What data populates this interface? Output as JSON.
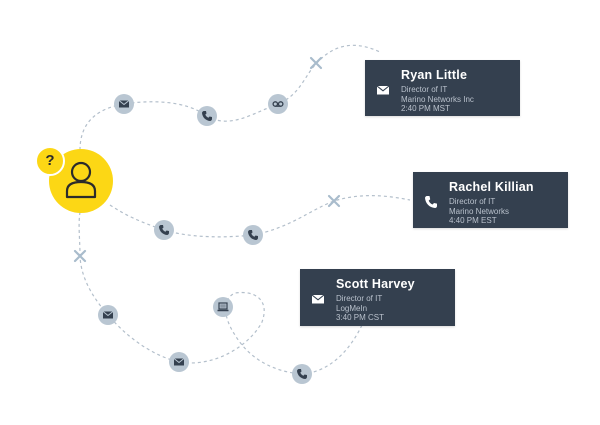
{
  "contact_cards": [
    {
      "name": "Ryan Little",
      "title": "Director of IT",
      "company": "Marino Networks Inc",
      "time": "2:40 PM MST",
      "channel_icon": "envelope-icon"
    },
    {
      "name": "Rachel Killian",
      "title": "Director of IT",
      "company": "Marino Networks",
      "time": "4:40 PM EST",
      "channel_icon": "phone-icon"
    },
    {
      "name": "Scott Harvey",
      "title": "Director of IT",
      "company": "LogMeIn",
      "time": "3:40 PM CST",
      "channel_icon": "envelope-icon"
    }
  ],
  "unknown_caller": {
    "badge": "?",
    "icon": "person-icon"
  },
  "touchpoints": [
    {
      "icon": "envelope-icon"
    },
    {
      "icon": "phone-icon"
    },
    {
      "icon": "voicemail-icon"
    },
    {
      "icon": "phone-icon"
    },
    {
      "icon": "phone-icon"
    },
    {
      "icon": "envelope-icon"
    },
    {
      "icon": "envelope-icon"
    },
    {
      "icon": "laptop-icon"
    },
    {
      "icon": "phone-icon"
    }
  ],
  "failed_attempts": [
    {
      "icon": "x-icon"
    },
    {
      "icon": "x-icon"
    },
    {
      "icon": "x-icon"
    }
  ],
  "colors": {
    "card_bg": "#34404f",
    "avatar": "#fcd715",
    "node": "#b9c6d2",
    "path": "#b3bfcb",
    "icon_dark": "#34404f"
  }
}
